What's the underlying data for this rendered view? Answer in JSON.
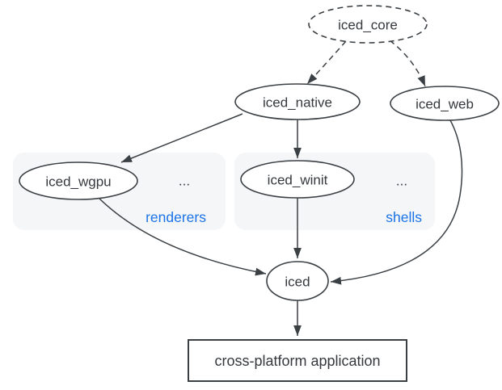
{
  "diagram": {
    "colors": {
      "background": "#ffffff",
      "node_stroke": "#3b4045",
      "edge_stroke": "#3b4045",
      "text": "#35393e",
      "group_label_blue": "#1a73e8",
      "group_fill": "#f5f6f8"
    },
    "nodes": {
      "core": {
        "label": "iced_core"
      },
      "native": {
        "label": "iced_native"
      },
      "web": {
        "label": "iced_web"
      },
      "wgpu": {
        "label": "iced_wgpu"
      },
      "winit": {
        "label": "iced_winit"
      },
      "iced": {
        "label": "iced"
      },
      "application": {
        "label": "cross-platform application"
      }
    },
    "groups": {
      "renderers": {
        "label": "renderers",
        "ellipsis": "..."
      },
      "shells": {
        "label": "shells",
        "ellipsis": "..."
      }
    }
  }
}
